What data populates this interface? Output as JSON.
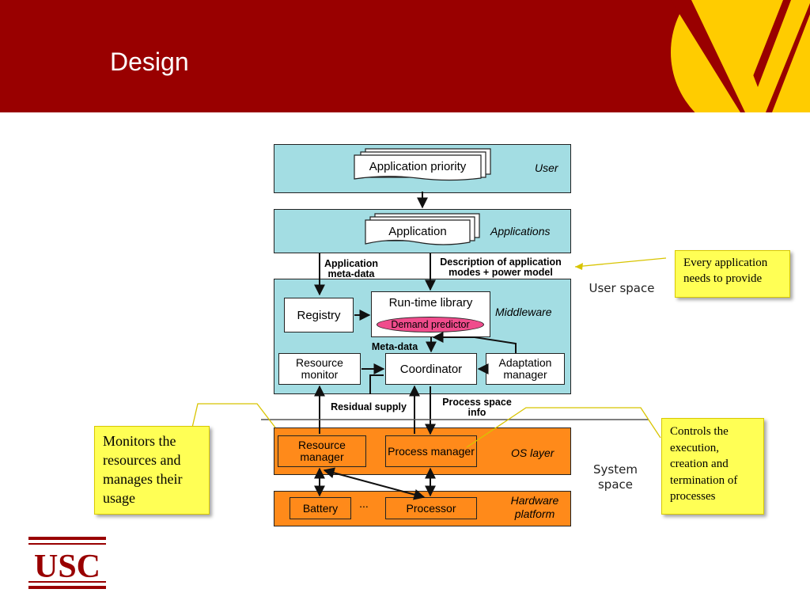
{
  "slide": {
    "title": "Design"
  },
  "diagram": {
    "layers": {
      "user": "User",
      "applications": "Applications",
      "middleware": "Middleware",
      "os": "OS layer",
      "hardware": "Hardware platform"
    },
    "boxes": {
      "app_priority": "Application priority",
      "application": "Application",
      "registry": "Registry",
      "runtime_library": "Run-time library",
      "demand_predictor": "Demand predictor",
      "resource_monitor": "Resource monitor",
      "coordinator": "Coordinator",
      "adaptation_manager": "Adaptation manager",
      "resource_manager": "Resource manager",
      "process_manager": "Process manager",
      "battery": "Battery",
      "ellipsis": "...",
      "processor": "Processor"
    },
    "edge_labels": {
      "app_meta_data": "Application meta-data",
      "description": "Description of application modes + power model",
      "meta_data": "Meta-data",
      "residual_supply": "Residual supply",
      "process_space_info": "Process space info"
    }
  },
  "space_labels": {
    "user_space": "User space",
    "system_space": "System space"
  },
  "callouts": {
    "every_application": "Every application needs to provide",
    "monitors": "Monitors the resources and manages their usage",
    "controls": "Controls the execution, creation and termination of processes"
  },
  "logo": {
    "text": "USC"
  },
  "colors": {
    "header": "#990000",
    "logo_yellow": "#ffcc00",
    "teal": "#a3dde3",
    "orange": "#ff8a1a",
    "callout": "#ffff55",
    "ellipse": "#f04c8c"
  }
}
